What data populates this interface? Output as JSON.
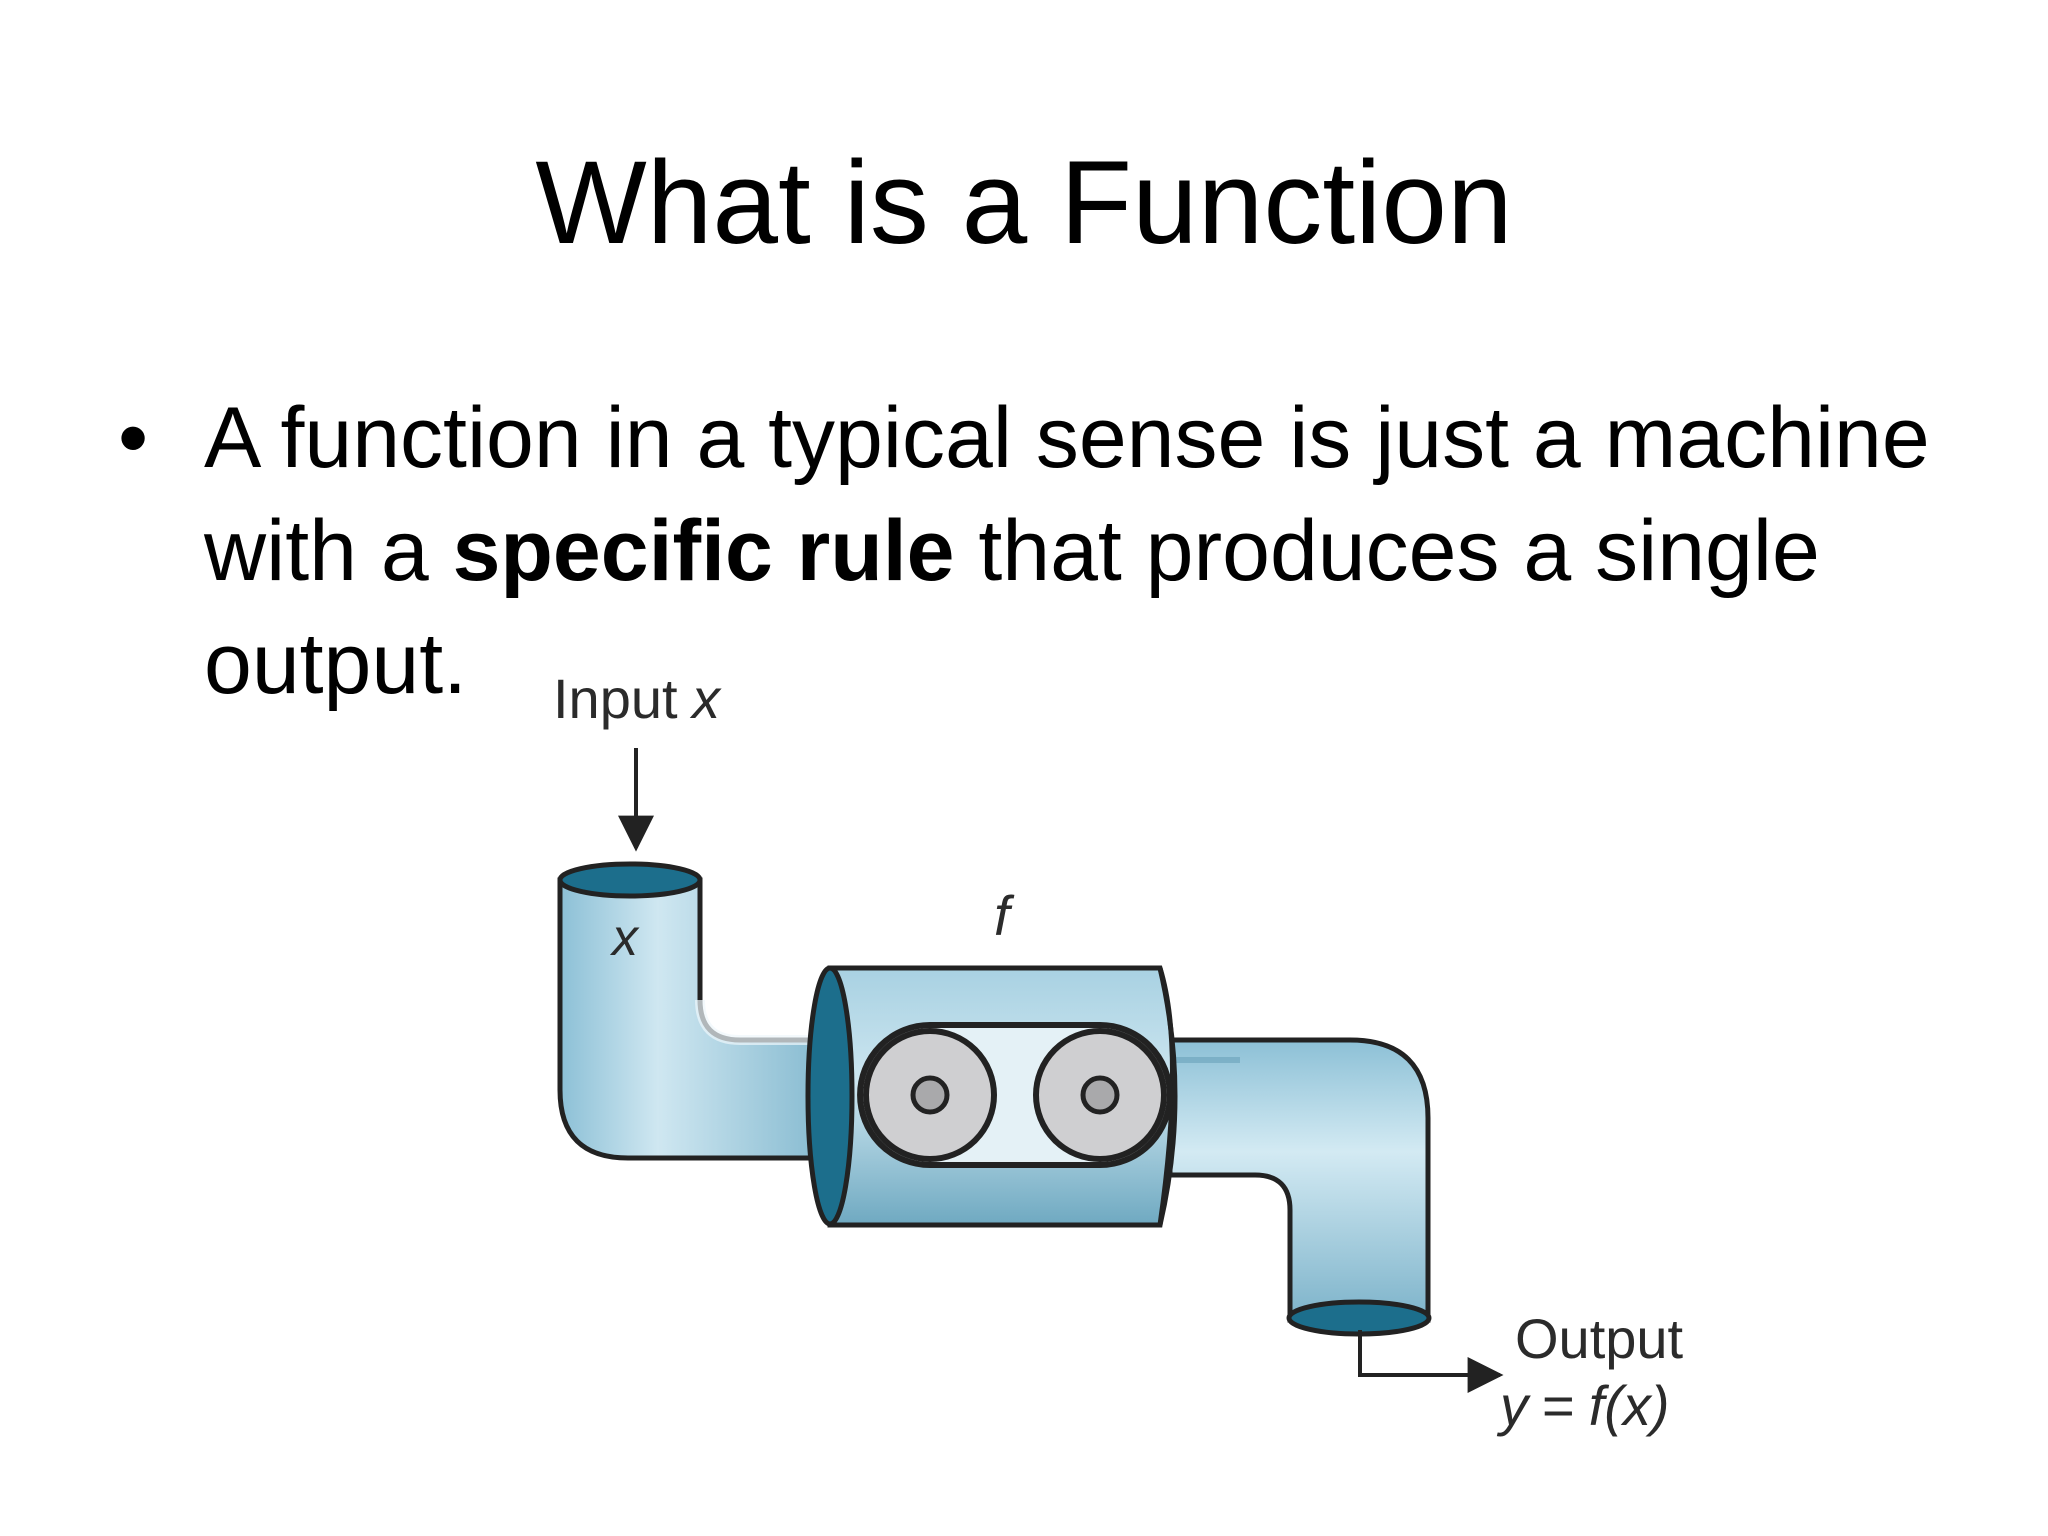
{
  "slide": {
    "title": "What is a Function",
    "bullet": {
      "symbol": "•",
      "text_before": "A function in a typical sense is just a machine with a ",
      "text_bold": "specific rule",
      "text_after": " that produces a single output."
    }
  },
  "diagram": {
    "input_label": "Input",
    "input_var": "x",
    "inner_var": "x",
    "function_label": "f",
    "output_label": "Output",
    "output_formula_y": "y",
    "output_formula_eq": "=",
    "output_formula_f": "f",
    "output_formula_arg": "(x)",
    "colors": {
      "pipe_light": "#b9dbe9",
      "pipe_mid": "#8fc3d8",
      "pipe_dark": "#1f6f8f",
      "opening": "#1c6e8c",
      "roller": "#cfcfd1",
      "outline": "#222222"
    }
  }
}
